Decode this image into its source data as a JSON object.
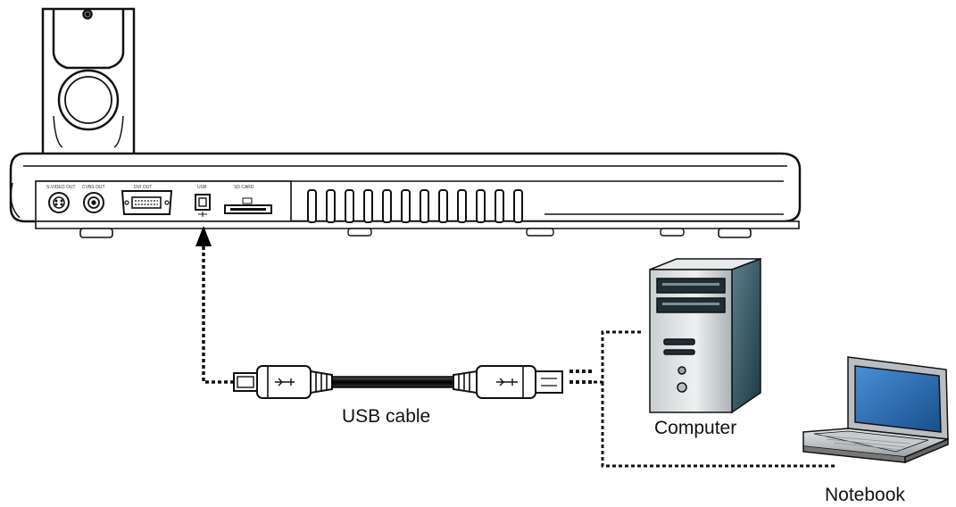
{
  "labels": {
    "usb_cable": "USB cable",
    "computer": "Computer",
    "notebook": "Notebook"
  },
  "ports": [
    "S-VIDEO OUT",
    "CVBS OUT",
    "DVI OUT",
    "USB",
    "SD CARD"
  ],
  "colors": {
    "line": "#111111",
    "tower_dark": "#1c3a44",
    "tower_mid": "#5d7e8b",
    "tower_light": "#dfe3e4",
    "screen": "#1e63a8"
  },
  "icons": [
    "document-camera",
    "usb-cable",
    "desktop-computer",
    "laptop"
  ]
}
